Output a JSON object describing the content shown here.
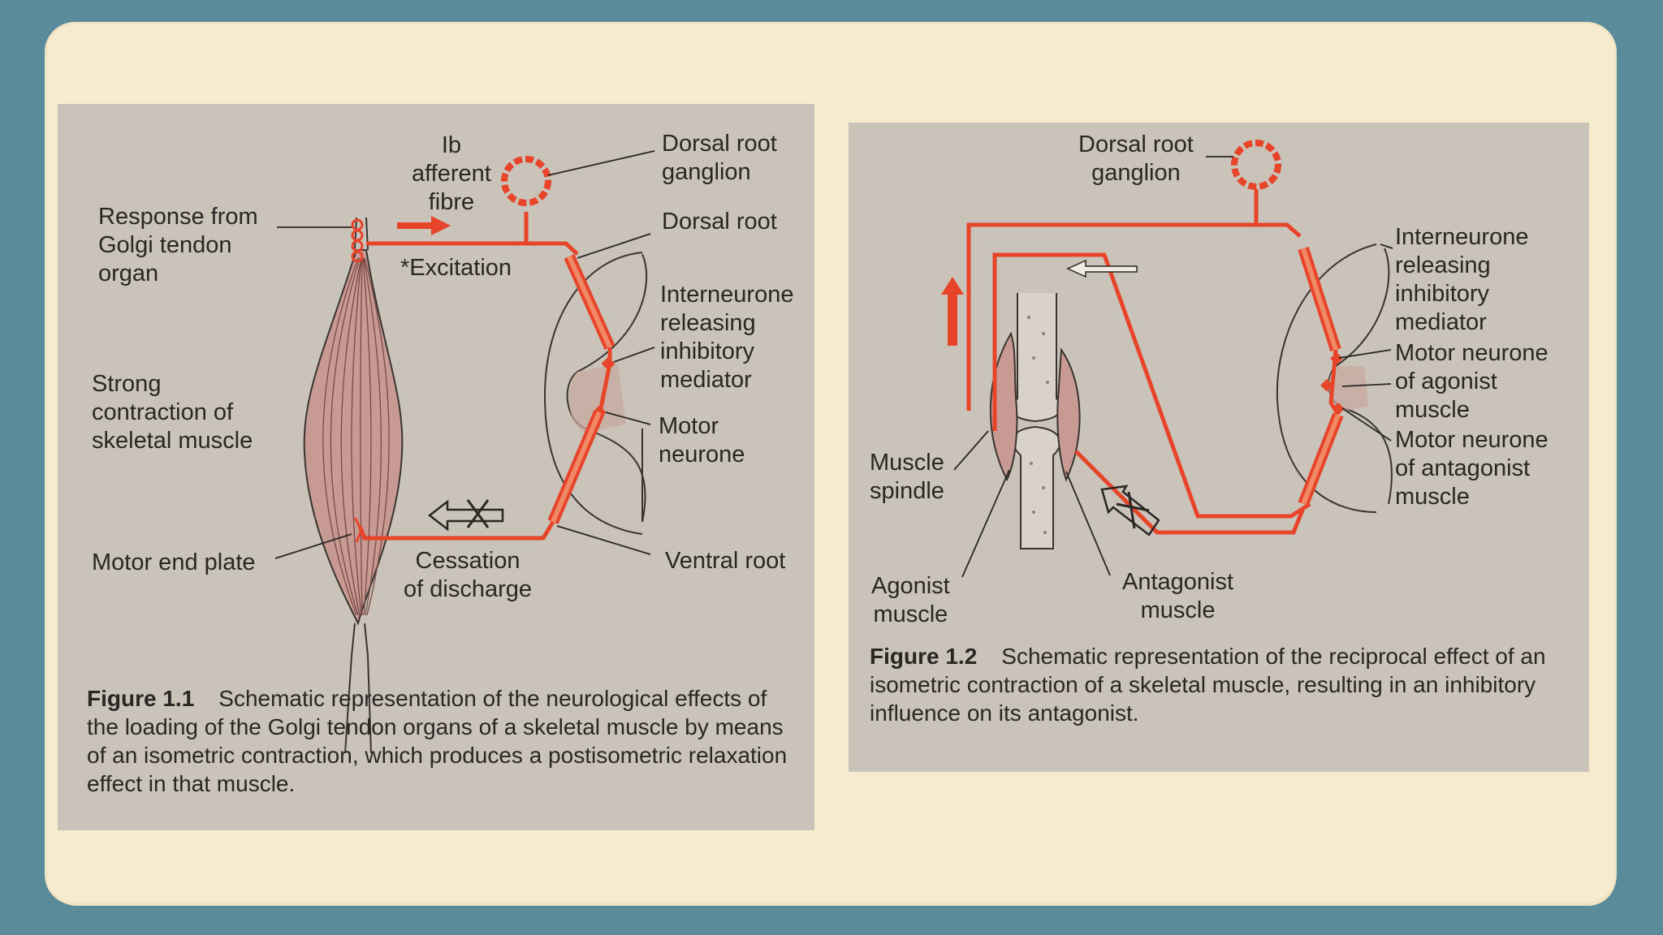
{
  "colors": {
    "background": "#5a8b9b",
    "card": "#f6ebcf",
    "figure": "#c9c3b9",
    "nerve": "#e8442a",
    "muscle": "#c89a94"
  },
  "figure1": {
    "labels": {
      "ib_afferent": "Ib\nafferent\nfibre",
      "dorsal_root_ganglion": "Dorsal root\nganglion",
      "response_golgi": "Response from\nGolgi tendon\norgan",
      "dorsal_root": "Dorsal root",
      "excitation": "*Excitation",
      "interneurone": "Interneurone\nreleasing\ninhibitory\nmediator",
      "strong_contraction": "Strong\ncontraction of\nskeletal muscle",
      "motor_neurone": "Motor\nneurone",
      "motor_end_plate": "Motor end plate",
      "cessation": "Cessation\nof discharge",
      "ventral_root": "Ventral root"
    },
    "caption_number": "Figure 1.1",
    "caption_text": "Schematic representation of the neurological effects of the loading of the Golgi tendon organs of a skeletal muscle by means of an isometric contraction, which produces a postisometric relaxation effect in that muscle."
  },
  "figure2": {
    "labels": {
      "dorsal_root_ganglion": "Dorsal root\nganglion",
      "interneurone": "Interneurone\nreleasing\ninhibitory\nmediator",
      "motor_neurone_agonist": "Motor neurone\nof agonist\nmuscle",
      "motor_neurone_antagonist": "Motor neurone\nof antagonist\nmuscle",
      "muscle_spindle": "Muscle\nspindle",
      "agonist_muscle": "Agonist\nmuscle",
      "antagonist_muscle": "Antagonist\nmuscle"
    },
    "caption_number": "Figure 1.2",
    "caption_text": "Schematic representation of the reciprocal effect of an isometric contraction of a skeletal muscle, resulting in an inhibitory influence on its antagonist."
  }
}
